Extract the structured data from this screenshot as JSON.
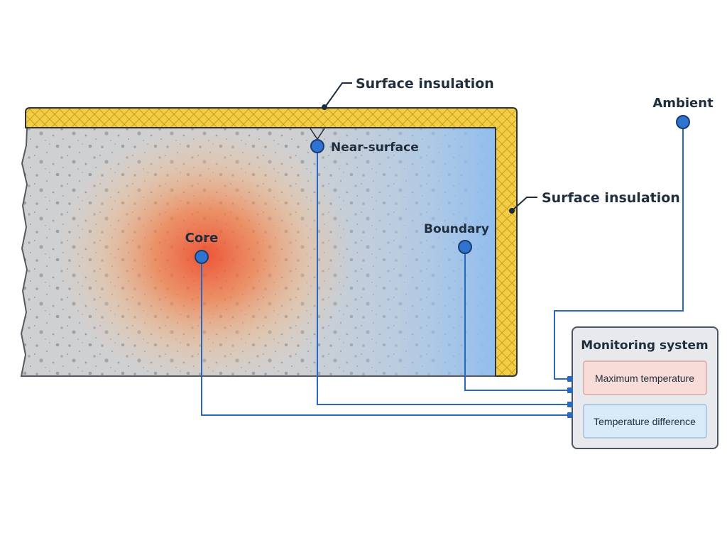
{
  "labels": {
    "insulation_top": "Surface insulation",
    "insulation_side": "Surface insulation",
    "ambient": "Ambient",
    "near_surface": "Near-surface",
    "core": "Core",
    "boundary": "Boundary"
  },
  "monitoring": {
    "title": "Monitoring system",
    "items": [
      "Maximum temperature",
      "Temperature difference"
    ]
  },
  "colors": {
    "insulation": "#f2cd45",
    "concrete": "#cfd0d2",
    "core_heat": "#f04a2a",
    "boundary_cool": "#9cc4ee",
    "sensor": "#2d73cf",
    "wire": "#2a67c0",
    "box_border": "#4a5561",
    "max_temp_fill": "#f8dcd8",
    "temp_diff_fill": "#d8eaf8"
  }
}
